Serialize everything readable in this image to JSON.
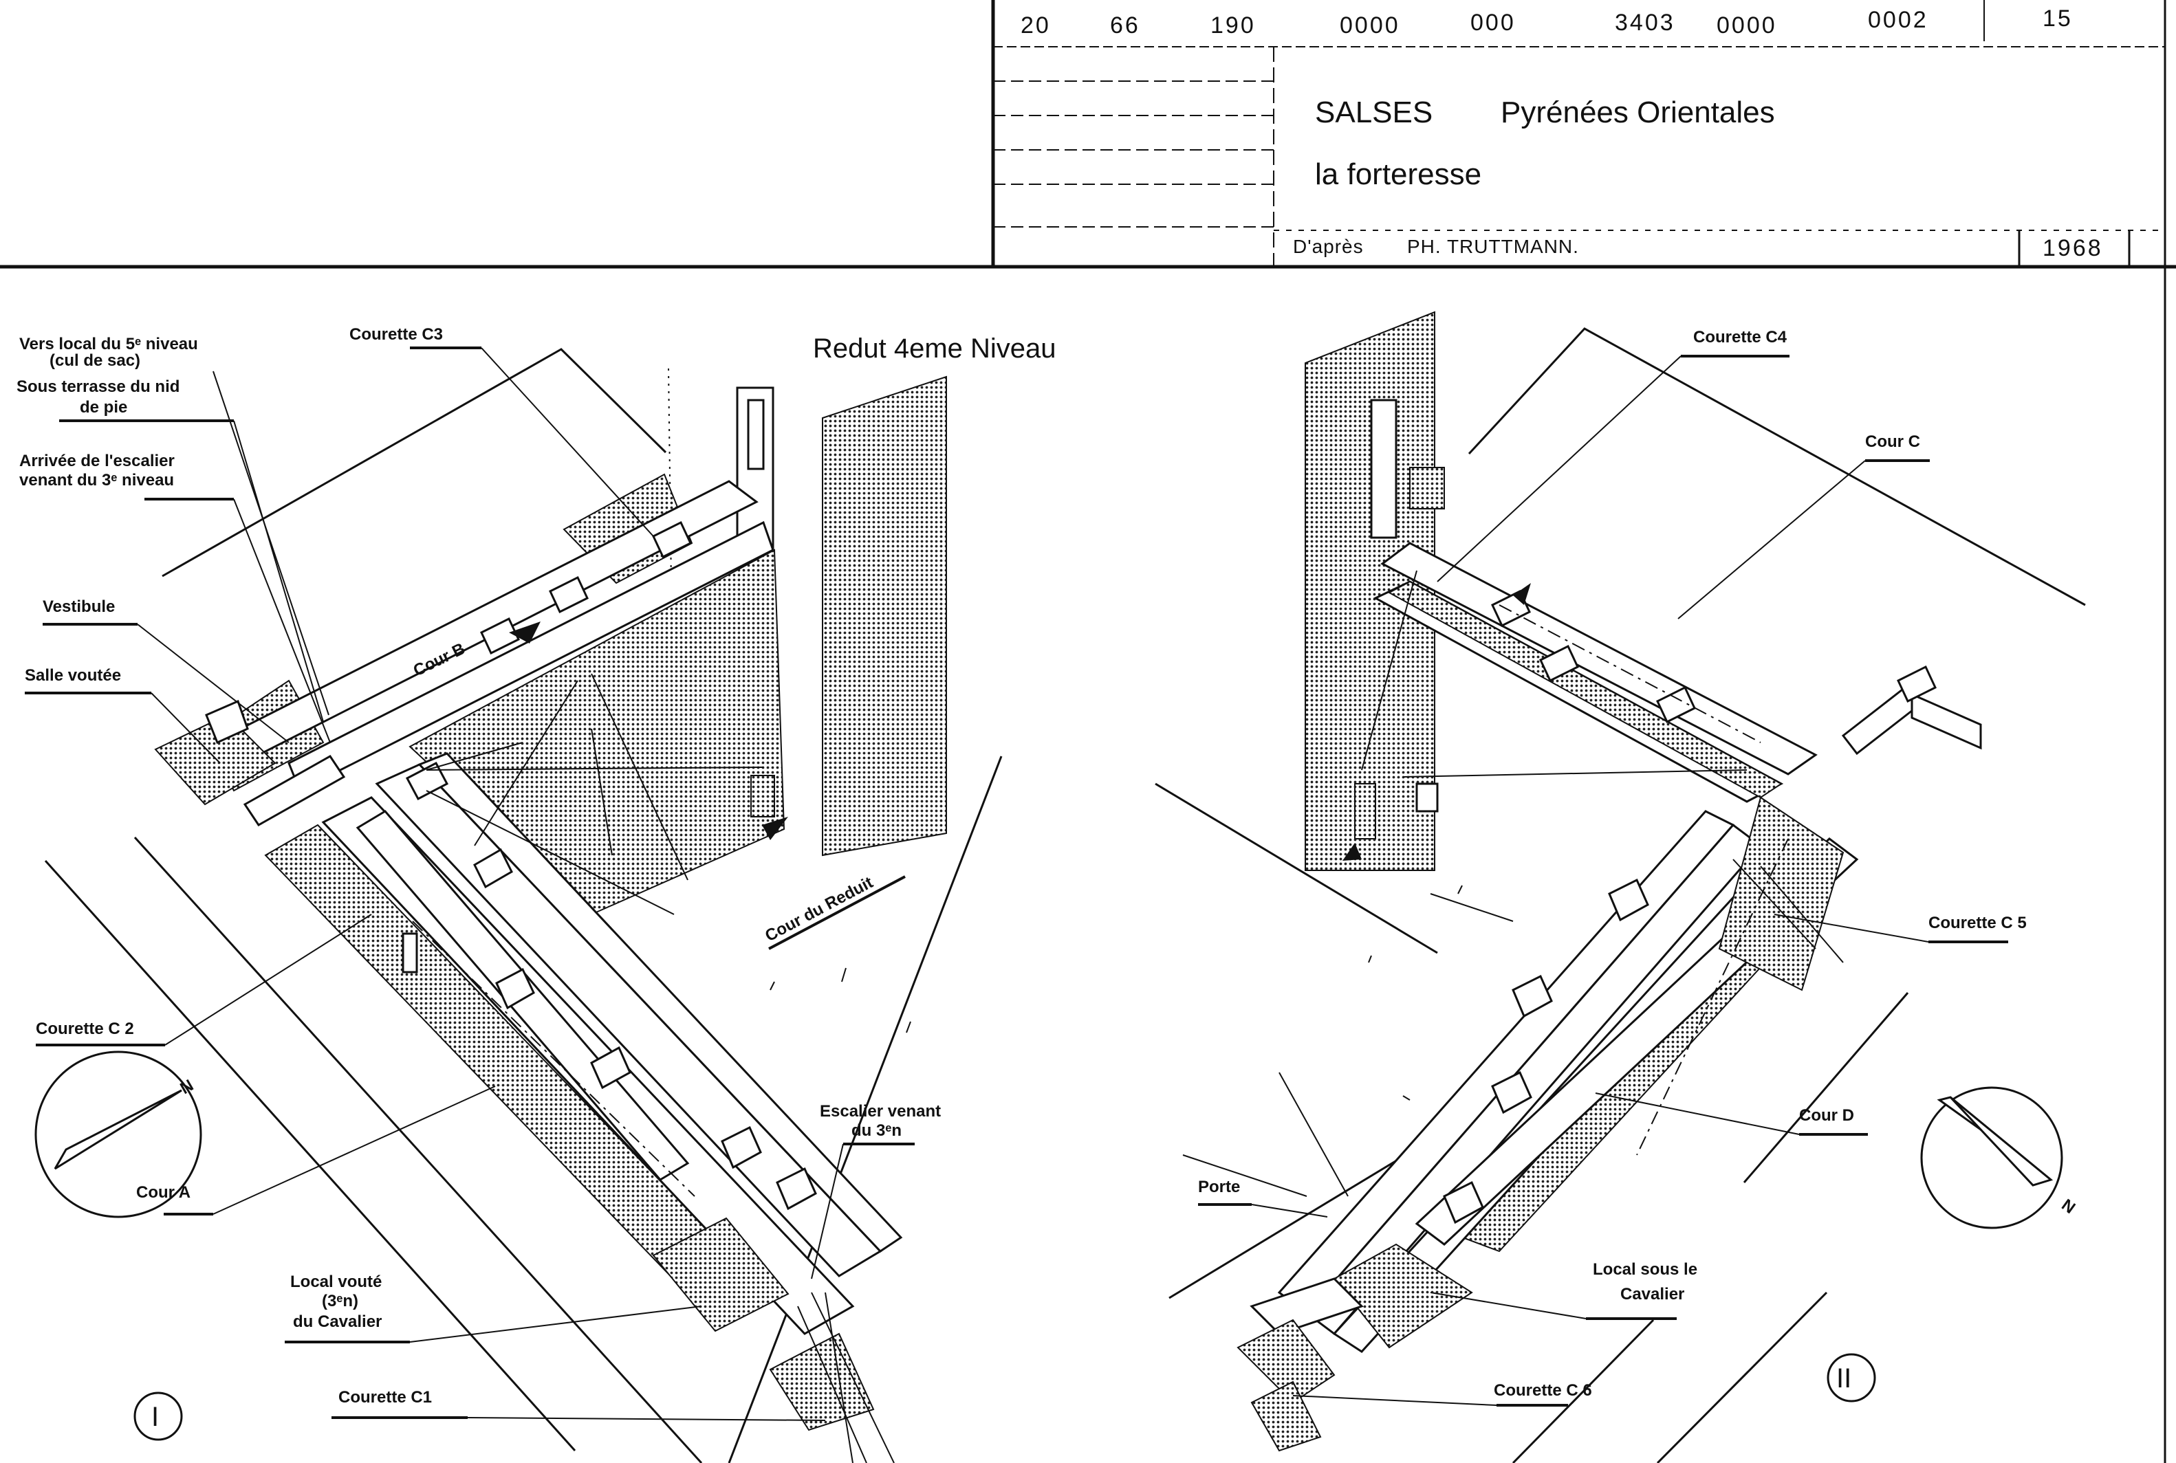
{
  "title_block": {
    "codes": [
      "20",
      "66",
      "190",
      "0000",
      "000",
      "3403",
      "0000",
      "0002",
      "15"
    ],
    "site": "SALSES",
    "region": "Pyrénées Orientales",
    "subject": "la forteresse",
    "credit_prefix": "D'après",
    "credit_author": "PH. TRUTTMANN.",
    "year": "1968"
  },
  "level_title": "Redut 4eme Niveau",
  "panel_1": {
    "number": "I",
    "labels": {
      "vers_local_1": "Vers local du 5ᵉ niveau",
      "vers_local_2": "(cul de sac)",
      "sous_terrasse_1": "Sous terrasse du nid",
      "sous_terrasse_2": "de pie",
      "arrivee_1": "Arrivée de l'escalier",
      "arrivee_2": "venant du 3ᵉ niveau",
      "vestibule": "Vestibule",
      "salle_voutee": "Salle voutée",
      "courette_c3": "Courette C3",
      "cour_b": "Cour B",
      "cour_du_reduit": "Cour du Reduit",
      "courette_c2": "Courette C 2",
      "cour_a": "Cour A",
      "escalier_1": "Escalier venant",
      "escalier_2": "du 3ᵉn",
      "local_voute_1": "Local vouté",
      "local_voute_2": "(3ᵉn)",
      "local_voute_3": "du Cavalier",
      "courette_c1": "Courette C1"
    }
  },
  "panel_2": {
    "number": "II",
    "labels": {
      "courette_c4": "Courette C4",
      "cour_c": "Cour C",
      "courette_c5": "Courette C 5",
      "cour_d": "Cour D",
      "porte": "Porte",
      "local_cavalier_1": "Local sous le",
      "local_cavalier_2": "Cavalier",
      "courette_c6": "Courette C 6"
    }
  },
  "compass": {
    "north_label": "N"
  }
}
